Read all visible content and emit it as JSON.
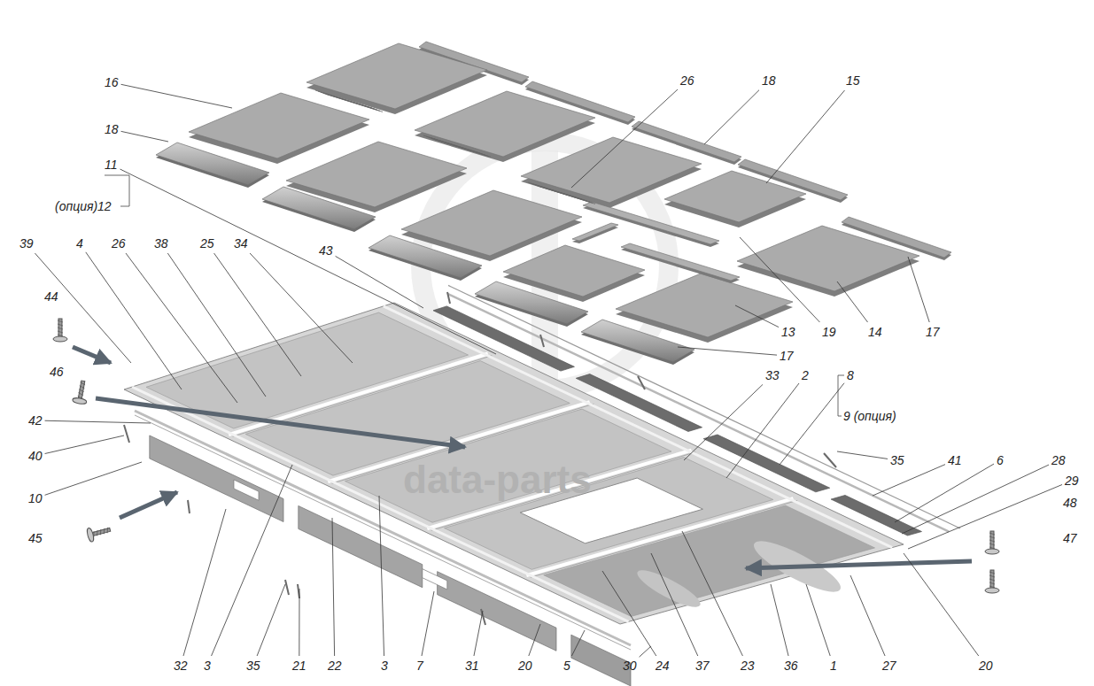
{
  "diagram": {
    "labels": [
      "16",
      "18",
      "11",
      "(опция)12",
      "26",
      "18",
      "15",
      "39",
      "4",
      "26",
      "38",
      "25",
      "34",
      "43",
      "44",
      "46",
      "42",
      "40",
      "10",
      "45",
      "13",
      "19",
      "14",
      "17",
      "17",
      "33",
      "2",
      "8",
      "9 (опция)",
      "35",
      "41",
      "6",
      "28",
      "29",
      "48",
      "47",
      "32",
      "3",
      "35",
      "21",
      "22",
      "3",
      "7",
      "31",
      "20",
      "5",
      "30",
      "24",
      "37",
      "23",
      "36",
      "1",
      "27",
      "20",
      "data-parts"
    ]
  }
}
